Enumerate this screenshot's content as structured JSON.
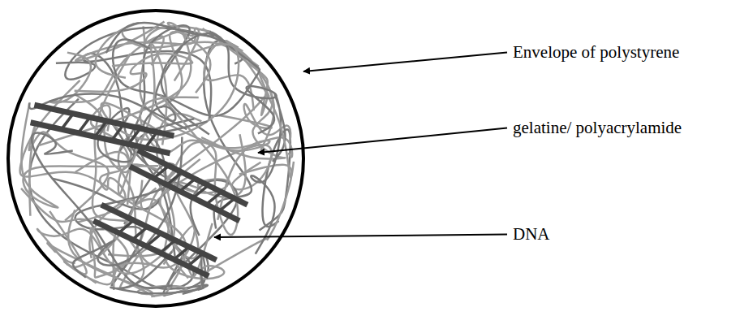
{
  "diagram": {
    "labels": [
      "Envelope of polystyrene",
      "gelatine/ polyacrylamide",
      "DNA"
    ]
  }
}
